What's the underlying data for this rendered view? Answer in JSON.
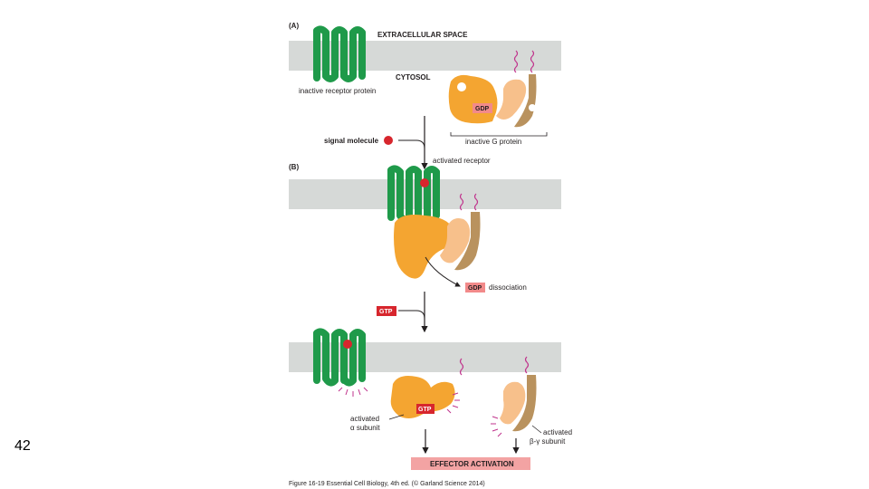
{
  "slide_number": "42",
  "panel_a_label": "(A)",
  "panel_b_label": "(B)",
  "extracellular_label": "EXTRACELLULAR SPACE",
  "cytosol_label": "CYTOSOL",
  "inactive_receptor_label": "inactive receptor protein",
  "gdp_label": "GDP",
  "inactive_g_protein_label": "inactive G protein",
  "signal_molecule_label": "signal molecule",
  "activated_receptor_label": "activated receptor",
  "gdp_dissociation_gdp": "GDP",
  "dissociation_label": "dissociation",
  "gtp_label": "GTP",
  "gtp_bound_label": "GTP",
  "activated_alpha_line1": "activated",
  "activated_alpha_line2": "α subunit",
  "activated_bg_line1": "activated",
  "activated_bg_line2": "β-γ subunit",
  "effector_activation_label": "EFFECTOR ACTIVATION",
  "caption": "Figure 16-19 Essential Cell Biology, 4th ed. (© Garland Science 2014)",
  "colors": {
    "membrane": "#d6d9d7",
    "receptor": "#1f9a4a",
    "alpha": "#f4a531",
    "beta": "#f7c08b",
    "gamma": "#b9925e",
    "signal": "#d7262d",
    "gdp_box": "#f28a8a",
    "gtp_box": "#d7262d",
    "effector_box": "#f3a3a3",
    "lipid": "#c0338c",
    "arrow": "#231f20"
  }
}
